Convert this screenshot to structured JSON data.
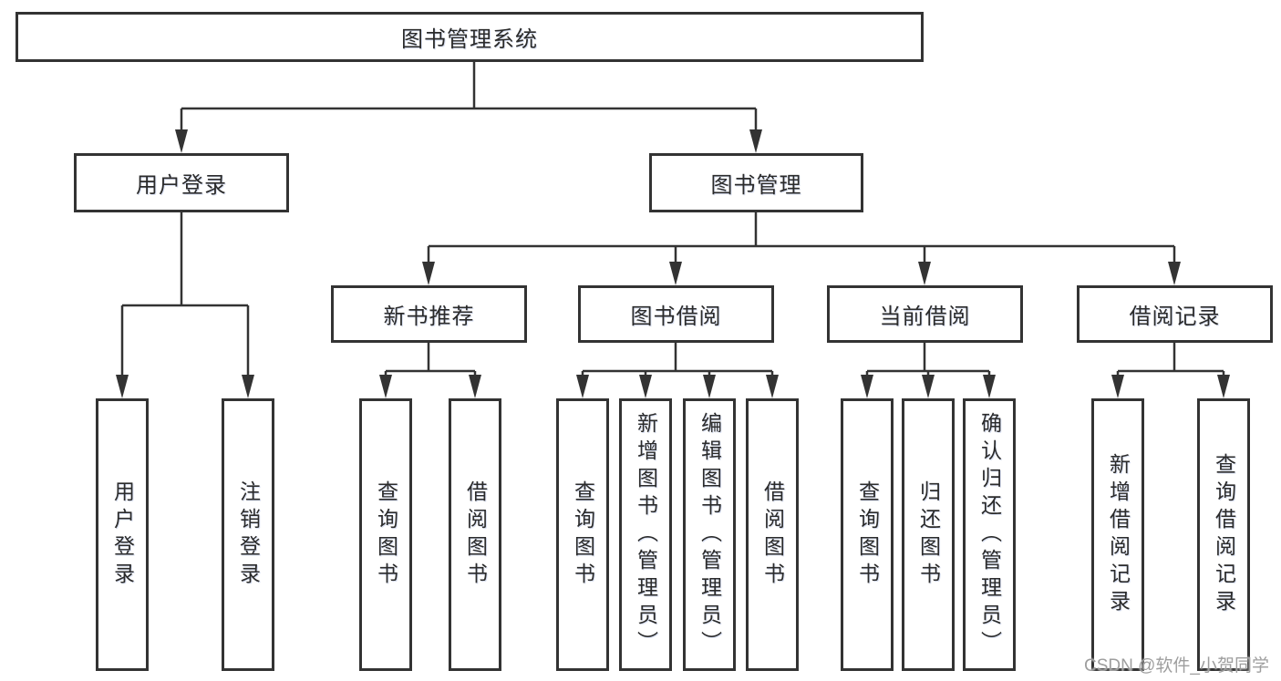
{
  "tree": {
    "root": {
      "label": "图书管理系统",
      "children": [
        {
          "label": "用户登录",
          "children": [
            {
              "label": "用户登录"
            },
            {
              "label": "注销登录"
            }
          ]
        },
        {
          "label": "图书管理",
          "children": [
            {
              "label": "新书推荐",
              "children": [
                {
                  "label": "查询图书"
                },
                {
                  "label": "借阅图书"
                }
              ]
            },
            {
              "label": "图书借阅",
              "children": [
                {
                  "label": "查询图书"
                },
                {
                  "label": "新增图书（管理员）"
                },
                {
                  "label": "编辑图书（管理员）"
                },
                {
                  "label": "借阅图书"
                }
              ]
            },
            {
              "label": "当前借阅",
              "children": [
                {
                  "label": "查询图书"
                },
                {
                  "label": "归还图书"
                },
                {
                  "label": "确认归还（管理员）"
                }
              ]
            },
            {
              "label": "借阅记录",
              "children": [
                {
                  "label": "新增借阅记录"
                },
                {
                  "label": "查询借阅记录"
                }
              ]
            }
          ]
        }
      ]
    },
    "watermark": "CSDN @软件_小贺同学"
  },
  "colors": {
    "line": "#333333",
    "text": "#2b2b2b",
    "watermark": "#9e9e9e",
    "background": "#ffffff"
  }
}
